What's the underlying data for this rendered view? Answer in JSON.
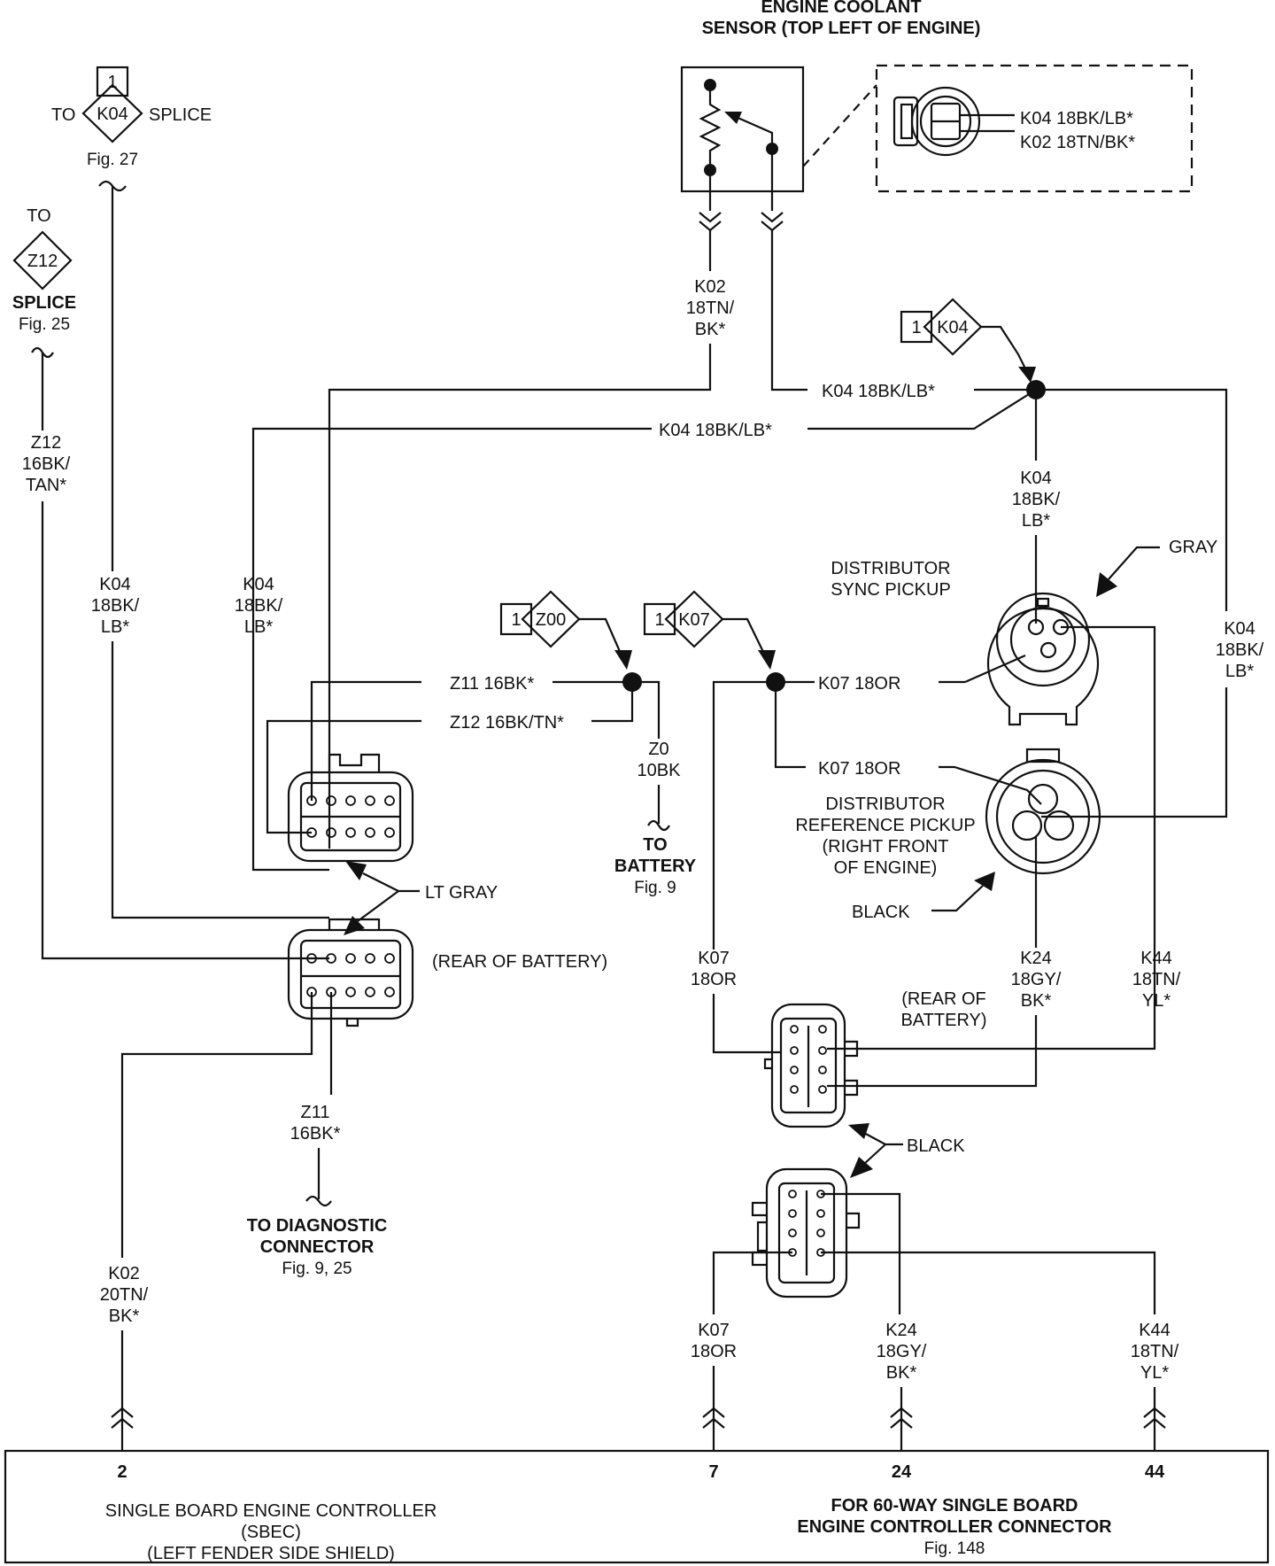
{
  "sensor": {
    "title_line1": "ENGINE COOLANT",
    "title_line2": "SENSOR (TOP LEFT OF ENGINE)",
    "inset_wire1": "K04 18BK/LB*",
    "inset_wire2": "K02 18TN/BK*"
  },
  "refs": {
    "k04_top": {
      "pin": "1",
      "code": "K04",
      "prefix": "TO",
      "suffix": "SPLICE",
      "fig": "Fig. 27"
    },
    "z12": {
      "to": "TO",
      "code": "Z12",
      "splice": "SPLICE",
      "fig": "Fig. 25"
    },
    "k04_right": {
      "pin": "1",
      "code": "K04"
    },
    "z00": {
      "pin": "1",
      "code": "Z00"
    },
    "k07": {
      "pin": "1",
      "code": "K07"
    }
  },
  "wires": {
    "k02_sensor": [
      "K02",
      "18TN/",
      "BK*"
    ],
    "k04_h1": "K04 18BK/LB*",
    "k04_h2": "K04 18BK/LB*",
    "k04_vert_dist": [
      "K04",
      "18BK/",
      "LB*"
    ],
    "k04_right_vert": [
      "K04",
      "18BK/",
      "LB*"
    ],
    "z12_left": [
      "Z12",
      "16BK/",
      "TAN*"
    ],
    "k04_left": [
      "K04",
      "18BK/",
      "LB*"
    ],
    "k04_mid": [
      "K04",
      "18BK/",
      "LB*"
    ],
    "z11_h": "Z11 16BK*",
    "z12_h": "Z12 16BK/TN*",
    "z0": [
      "Z0",
      "10BK"
    ],
    "k07_h1": "K07 18OR",
    "k07_h2": "K07 18OR",
    "z11_down": [
      "Z11",
      "16BK*"
    ],
    "k02_bottom": [
      "K02",
      "20TN/",
      "BK*"
    ],
    "k07_mid": [
      "K07",
      "18OR"
    ],
    "k24_mid": [
      "K24",
      "18GY/",
      "BK*"
    ],
    "k44_mid": [
      "K44",
      "18TN/",
      "YL*"
    ],
    "k07_bottom": [
      "K07",
      "18OR"
    ],
    "k24_bottom": [
      "K24",
      "18GY/",
      "BK*"
    ],
    "k44_bottom": [
      "K44",
      "18TN/",
      "YL*"
    ]
  },
  "labels": {
    "battery": [
      "TO",
      "BATTERY",
      "Fig. 9"
    ],
    "sync_pickup": [
      "DISTRIBUTOR",
      "SYNC PICKUP"
    ],
    "gray": "GRAY",
    "ref_pickup": [
      "DISTRIBUTOR",
      "REFERENCE PICKUP",
      "(RIGHT FRONT",
      "OF ENGINE)"
    ],
    "black1": "BLACK",
    "lt_gray": "LT GRAY",
    "rear_battery_left": "(REAR OF BATTERY)",
    "rear_battery_right": [
      "(REAR OF",
      "BATTERY)"
    ],
    "black2": "BLACK",
    "diag_conn": [
      "TO DIAGNOSTIC",
      "CONNECTOR",
      "Fig. 9, 25"
    ]
  },
  "controller": {
    "pins": [
      "2",
      "7",
      "24",
      "44"
    ],
    "name": [
      "SINGLE BOARD ENGINE CONTROLLER",
      "(SBEC)",
      "(LEFT FENDER SIDE SHIELD)"
    ],
    "connector": [
      "FOR 60-WAY SINGLE BOARD",
      "ENGINE CONTROLLER CONNECTOR",
      "Fig. 148"
    ]
  }
}
